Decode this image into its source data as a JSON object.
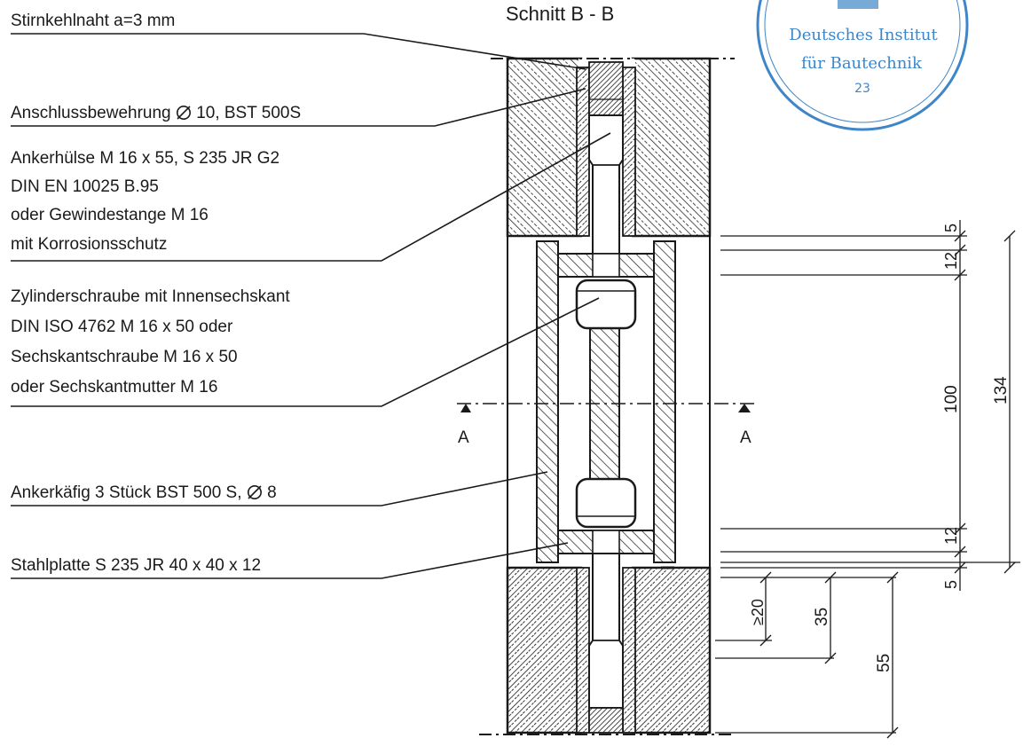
{
  "section_title": "Schnitt B - B",
  "section_marker": "A",
  "stamp": {
    "line1": "Deutsches Institut",
    "line2": "für Bautechnik",
    "number": "23"
  },
  "labels": {
    "weld": "Stirnkehlnaht a=3 mm",
    "rebar_prefix": "Anschlussbewehrung",
    "rebar_suffix": "10, BST 500S",
    "sleeve_1": "Ankerhülse M 16 x 55, S 235 JR G2",
    "sleeve_2": "DIN EN 10025 B.95",
    "sleeve_3": "oder Gewindestange M 16",
    "sleeve_4": "mit Korrosionsschutz",
    "screw_1": "Zylinderschraube mit Innensechskant",
    "screw_2": "DIN ISO 4762 M 16 x 50 oder",
    "screw_3": "Sechskantschraube  M 16 x 50",
    "screw_4": "oder Sechskantmutter M 16",
    "cage_prefix": "Ankerkäfig 3 Stück BST 500 S,",
    "cage_suffix": "8",
    "plate": "Stahlplatte S 235 JR  40 x 40 x 12"
  },
  "dimensions": {
    "top_gap": "5",
    "top_plate": "12",
    "inner": "100",
    "total": "134",
    "bottom_plate": "12",
    "bottom_gap": "5",
    "min_embed": "≥20",
    "embed_35": "35",
    "embed_55": "55"
  },
  "colors": {
    "line": "#1a1a1a",
    "stamp": "#3f86c8"
  }
}
